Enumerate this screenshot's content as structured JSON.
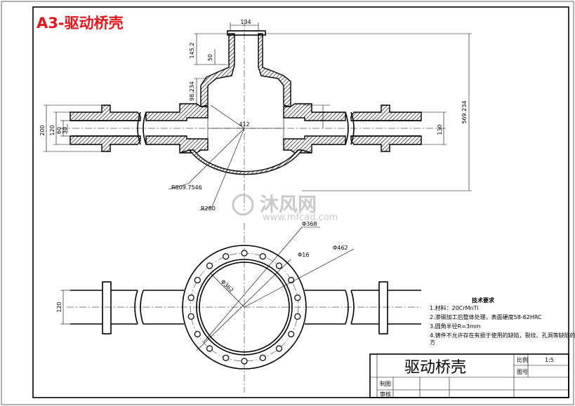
{
  "header": {
    "title": "A3-驱动桥壳"
  },
  "front_view": {
    "dimensions": {
      "top_width": "134",
      "neck_height": "145.2",
      "slot": "50",
      "shoulder": "98.234",
      "total_height": "569.234",
      "outer_dia": "200",
      "dia_120": "120",
      "dia_60": "60",
      "dia_30": "30",
      "right_height": "130",
      "center": "412",
      "radius_large": "R809.7546",
      "radius_small": "R280"
    }
  },
  "top_view": {
    "dimensions": {
      "bolt_circle": "Φ368",
      "outer_flange": "Φ462",
      "hole_size": "Φ16",
      "inner": "Φ362",
      "tube_height": "120"
    }
  },
  "tech_notes": {
    "heading": "技术要求",
    "items": [
      "1.材料：20CrMnTi",
      "2.渗碳加工后整体处理，表面硬度58-62HRC",
      "3.圆角半径R=3mm",
      "4.铸件不允许存在有损于使用的缺陷，裂纹、孔洞等缺陷的地",
      "   方"
    ]
  },
  "title_block": {
    "part_name": "驱动桥壳",
    "scale_label": "比例",
    "scale_value": "1:5",
    "drawing_no_label": "图号",
    "drawn_label": "制图",
    "checked_label": "审核"
  },
  "watermark": {
    "brand": "沐风网",
    "url": "www.mfcad.com"
  }
}
